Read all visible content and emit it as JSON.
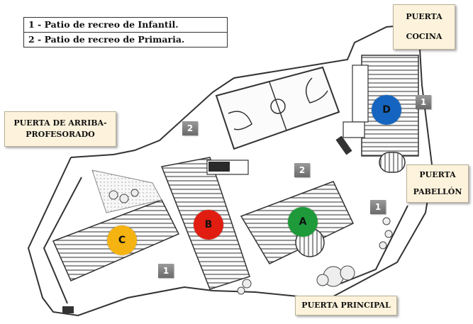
{
  "legend": {
    "items": [
      {
        "label": "1 - Patio de recreo de Infantil."
      },
      {
        "label": "2 - Patio de recreo de Primaria."
      }
    ]
  },
  "gates": {
    "cocina": {
      "line1": "PUERTA",
      "line2": "COCINA"
    },
    "arriba": {
      "line1": "PUERTA DE ARRIBA-",
      "line2": "PROFESORADO"
    },
    "pabellon": {
      "line1": "PUERTA",
      "line2": "PABELLÓN"
    },
    "principal": {
      "line1": "PUERTA PRINCIPAL"
    }
  },
  "buildings": {
    "a": {
      "label": "A",
      "color": "#1e9a3a"
    },
    "b": {
      "label": "B",
      "color": "#e01d10"
    },
    "c": {
      "label": "C",
      "color": "#f5b312"
    },
    "d": {
      "label": "D",
      "color": "#1565c0"
    }
  },
  "zones": {
    "d_side": "1",
    "court_left": "2",
    "center": "2",
    "pabellon_side": "1",
    "bottom_left": "1"
  }
}
